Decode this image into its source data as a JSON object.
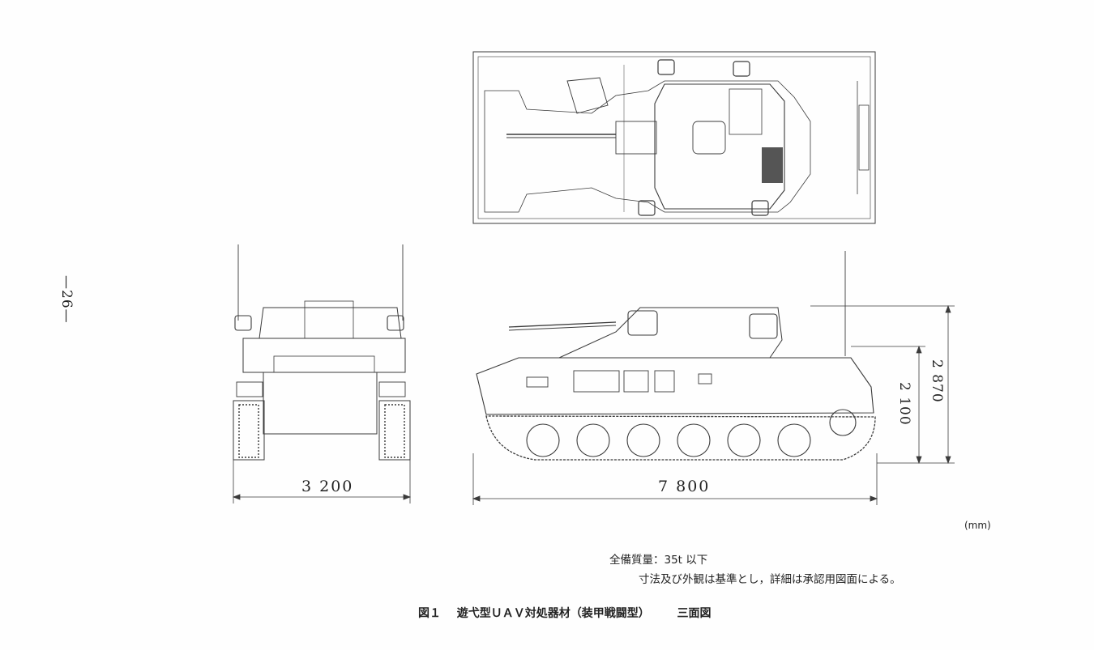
{
  "page_number": "—26—",
  "dimensions": {
    "front_width": "3 200",
    "side_length": "7 800",
    "total_height": "2 870",
    "hull_height": "2 100",
    "unit": "(mm)"
  },
  "notes": {
    "mass": "全備質量：35t 以下",
    "remark": "寸法及び外観は基準とし，詳細は承認用図面による。"
  },
  "caption": {
    "label": "図１",
    "title": "遊弋型ＵＡＶ対処器材（装甲戦闘型）",
    "subtitle": "三面図"
  },
  "colors": {
    "line": "#3a3a3a",
    "paper": "#fefefe"
  }
}
